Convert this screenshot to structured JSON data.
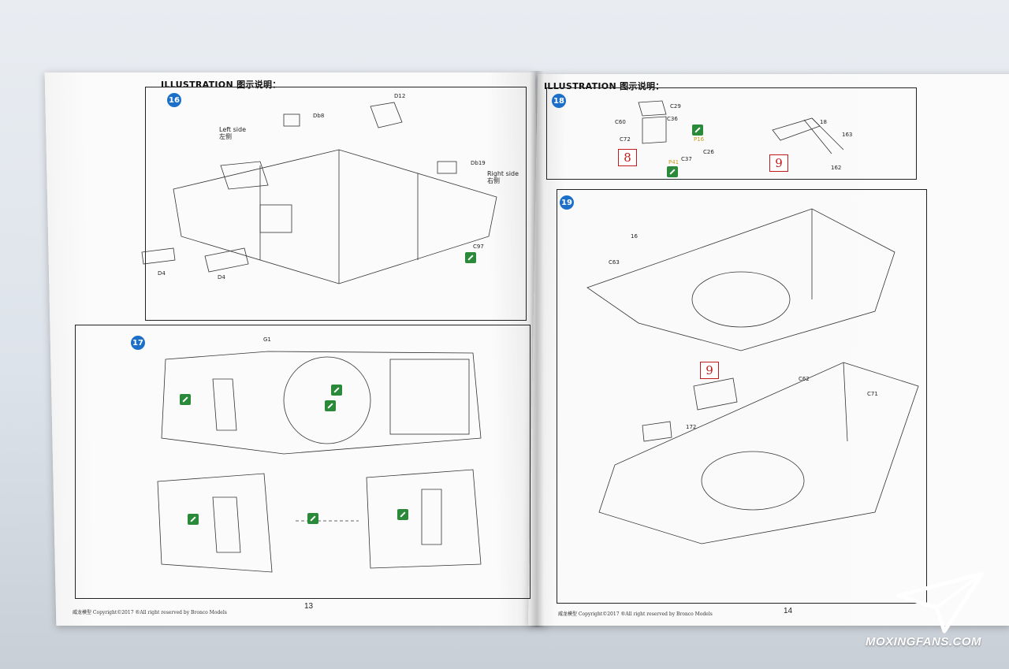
{
  "left_page": {
    "header": "ILLUSTRATION 图示说明：",
    "step16": {
      "number": "16",
      "parts": [
        "D12",
        "Db8",
        "Db19",
        "D4",
        "D4",
        "C97"
      ],
      "left_side": "Left side",
      "left_side_cn": "左侧",
      "right_side": "Right  side",
      "right_side_cn": "右侧"
    },
    "step17": {
      "number": "17",
      "part": "G1"
    },
    "footer": "威龙模型   Copyright©2017  ®All right reserved by Bronco Models",
    "page_number": "13"
  },
  "right_page": {
    "header": "ILLUSTRATION 图示说明：",
    "step18": {
      "number": "18",
      "parts": [
        "C29",
        "C60",
        "C36",
        "C72",
        "P16",
        "C26",
        "P41",
        "C37",
        "18",
        "163",
        "162"
      ],
      "callouts": [
        "8",
        "9"
      ]
    },
    "step19": {
      "number": "19",
      "parts": [
        "16",
        "C63",
        "C62",
        "C71",
        "172"
      ],
      "callout": "9"
    },
    "footer": "威龙模型   Copyright©2017  ®All right reserved by Bronco Models",
    "page_number": "14"
  },
  "watermark": {
    "text": "MOXINGFANS.COM"
  },
  "colors": {
    "step_badge": "#1b6fc9",
    "callout": "#c21a1a",
    "glue": "#2a8a3a"
  }
}
